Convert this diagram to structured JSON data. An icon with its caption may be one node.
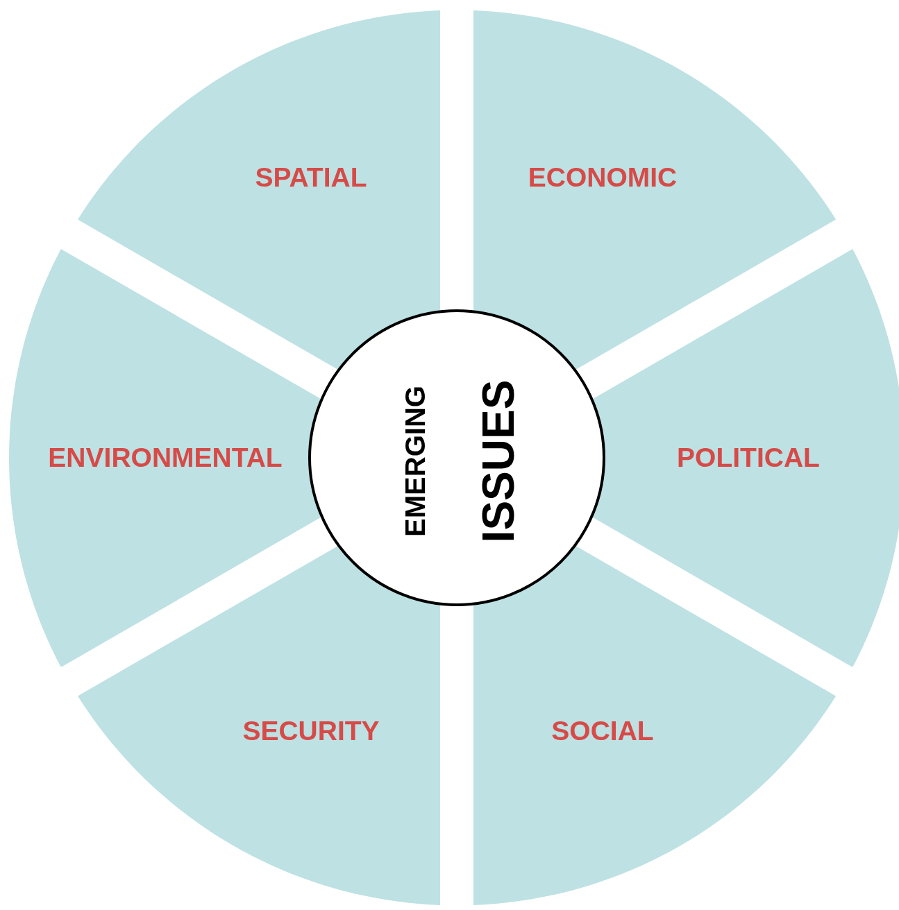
{
  "diagram": {
    "nodes": [
      {
        "text": [
          "SPATIAL"
        ]
      },
      {
        "text": [
          "ECONOMIC"
        ]
      },
      {
        "text": [
          "ENVIRONMENTAL"
        ]
      },
      {
        "text": [
          "EMERGING",
          "ISSUES"
        ]
      },
      {
        "text": [
          "POLITICAL"
        ]
      },
      {
        "text": [
          "SECURITY"
        ]
      },
      {
        "text": [
          "SOCIAL"
        ]
      }
    ]
  }
}
